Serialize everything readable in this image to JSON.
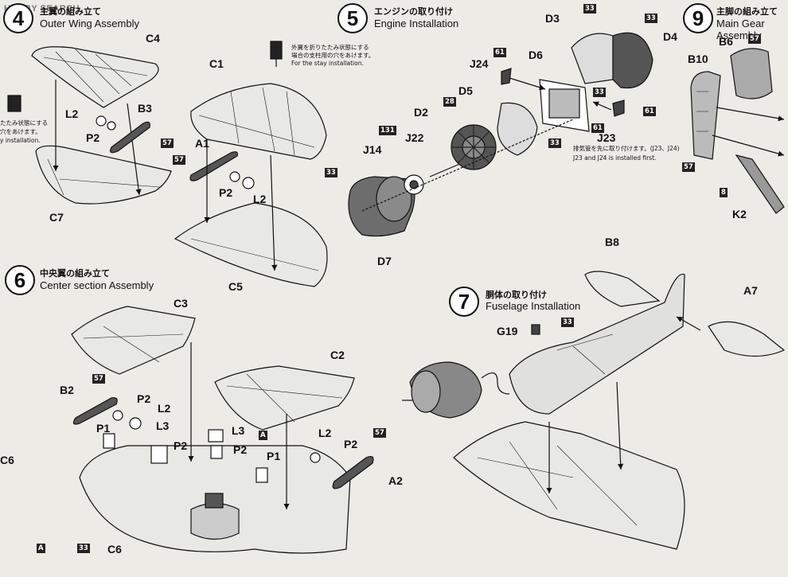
{
  "watermark": "HOBBY SEARCH",
  "steps": [
    {
      "number": "4",
      "title_jp": "主翼の組み立て",
      "title_en": "Outer Wing Assembly"
    },
    {
      "number": "5",
      "title_jp": "エンジンの取り付け",
      "title_en": "Engine Installation"
    },
    {
      "number": "9",
      "title_jp": "主脚の組み立て",
      "title_en": "Main Gear Assembly"
    },
    {
      "number": "6",
      "title_jp": "中央翼の組み立て",
      "title_en": "Center section Assembly"
    },
    {
      "number": "7",
      "title_jp": "胴体の取り付け",
      "title_en": "Fuselage Installation"
    }
  ],
  "notes": {
    "stay_jp_1": "外翼を折りたたみ状態にする",
    "stay_jp_2": "場合の支柱用の穴をあけます。",
    "stay_en": "For the stay installation.",
    "left_jp_1": "たたみ状態にする",
    "left_jp_2": "穴をあけます。",
    "left_en": "y installation.",
    "exhaust_jp": "排気管を先に取り付けます。(J23、J24)",
    "exhaust_en": "J23 and J24 is installed first."
  },
  "parts": {
    "C4": "C4",
    "L2": "L2",
    "B3": "B3",
    "P2": "P2",
    "C7": "C7",
    "A1": "A1",
    "C1": "C1",
    "C5": "C5",
    "D3": "D3",
    "D4": "D4",
    "D6": "D6",
    "J24": "J24",
    "D5": "D5",
    "D2": "D2",
    "J22": "J22",
    "J14": "J14",
    "D7": "D7",
    "J23": "J23",
    "B6": "B6",
    "B10": "B10",
    "K2": "K2",
    "C3": "C3",
    "B2": "B2",
    "P1": "P1",
    "L3": "L3",
    "C2": "C2",
    "A2": "A2",
    "C6": "C6",
    "B8": "B8",
    "A7": "A7",
    "G19": "G19",
    "A": "A",
    "C6_edge": "C6"
  },
  "badges": {
    "b57": "57",
    "b33": "33",
    "b61": "61",
    "b28": "28",
    "b131": "131",
    "b8": "8"
  },
  "colors": {
    "paint_dark": "#333333",
    "paint_gray": "#6d6d6d",
    "line": "#111111",
    "paper": "#ecebe6"
  }
}
